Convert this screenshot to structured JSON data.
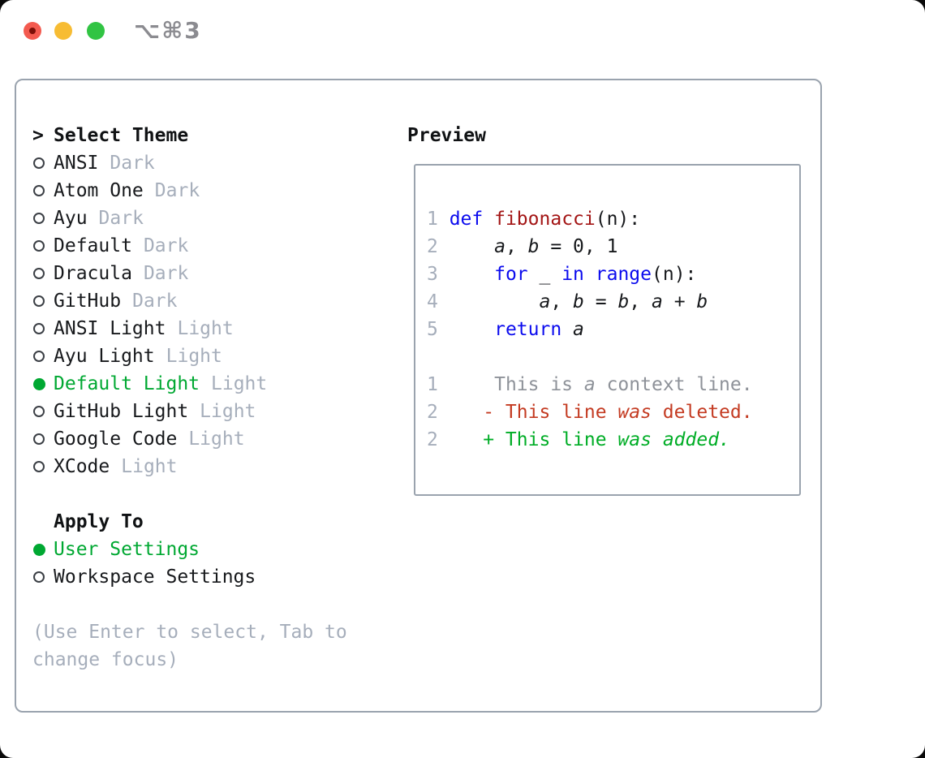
{
  "window": {
    "title": "⌥⌘3"
  },
  "colors": {
    "accent_green": "#00a832",
    "keyword_blue": "#0b0bee",
    "function_red": "#a31515",
    "deleted_red": "#c43b22",
    "added_green": "#00ad26",
    "muted_gray": "#a6aebb",
    "context_gray": "#8e9299",
    "text_dark": "#17191c",
    "border_gray": "#9aa3ae",
    "title_gray": "#8b8b90"
  },
  "theme_section": {
    "cursor": ">",
    "title": "Select Theme",
    "items": [
      {
        "name": "ANSI",
        "variant": "Dark",
        "selected": false
      },
      {
        "name": "Atom One",
        "variant": "Dark",
        "selected": false
      },
      {
        "name": "Ayu",
        "variant": "Dark",
        "selected": false
      },
      {
        "name": "Default",
        "variant": "Dark",
        "selected": false
      },
      {
        "name": "Dracula",
        "variant": "Dark",
        "selected": false
      },
      {
        "name": "GitHub",
        "variant": "Dark",
        "selected": false
      },
      {
        "name": "ANSI Light",
        "variant": "Light",
        "selected": false
      },
      {
        "name": "Ayu Light",
        "variant": "Light",
        "selected": false
      },
      {
        "name": "Default Light",
        "variant": "Light",
        "selected": true
      },
      {
        "name": "GitHub Light",
        "variant": "Light",
        "selected": false
      },
      {
        "name": "Google Code",
        "variant": "Light",
        "selected": false
      },
      {
        "name": "XCode",
        "variant": "Light",
        "selected": false
      }
    ]
  },
  "apply_section": {
    "title": "Apply To",
    "options": [
      {
        "label": "User Settings",
        "selected": true
      },
      {
        "label": "Workspace Settings",
        "selected": false
      }
    ]
  },
  "hint": {
    "lines": [
      "(Use Enter to select, Tab to",
      "change focus)"
    ]
  },
  "preview": {
    "title": "Preview",
    "lines": [
      {
        "num": "1",
        "tokens": [
          {
            "t": " "
          },
          {
            "t": "def",
            "c": "kw"
          },
          {
            "t": " "
          },
          {
            "t": "fibonacci",
            "c": "fn"
          },
          {
            "t": "(n):"
          }
        ]
      },
      {
        "num": "2",
        "tokens": [
          {
            "t": "     "
          },
          {
            "t": "a",
            "s": "i"
          },
          {
            "t": ", "
          },
          {
            "t": "b",
            "s": "i"
          },
          {
            "t": " = 0, 1"
          }
        ]
      },
      {
        "num": "3",
        "tokens": [
          {
            "t": "     "
          },
          {
            "t": "for",
            "c": "kw"
          },
          {
            "t": " _ "
          },
          {
            "t": "in",
            "c": "kw"
          },
          {
            "t": " "
          },
          {
            "t": "range",
            "c": "kw"
          },
          {
            "t": "(n):"
          }
        ]
      },
      {
        "num": "4",
        "tokens": [
          {
            "t": "         "
          },
          {
            "t": "a",
            "s": "i"
          },
          {
            "t": ", "
          },
          {
            "t": "b",
            "s": "i"
          },
          {
            "t": " = "
          },
          {
            "t": "b",
            "s": "i"
          },
          {
            "t": ", "
          },
          {
            "t": "a",
            "s": "i"
          },
          {
            "t": " + "
          },
          {
            "t": "b",
            "s": "i"
          }
        ]
      },
      {
        "num": "5",
        "tokens": [
          {
            "t": "     "
          },
          {
            "t": "return",
            "c": "kw"
          },
          {
            "t": " "
          },
          {
            "t": "a",
            "s": "i"
          }
        ]
      },
      {
        "num": "",
        "tokens": []
      },
      {
        "num": "1",
        "tokens": [
          {
            "t": "     ",
            "c": "ctx"
          },
          {
            "t": "This is ",
            "c": "ctx"
          },
          {
            "t": "a",
            "c": "ctx",
            "s": "i"
          },
          {
            "t": " context line.",
            "c": "ctx"
          }
        ]
      },
      {
        "num": "2",
        "tokens": [
          {
            "t": "    - This line ",
            "c": "del"
          },
          {
            "t": "was",
            "c": "del",
            "s": "i"
          },
          {
            "t": " deleted.",
            "c": "del"
          }
        ]
      },
      {
        "num": "2",
        "tokens": [
          {
            "t": "    + This line ",
            "c": "add"
          },
          {
            "t": "was",
            "c": "add",
            "s": "i"
          },
          {
            "t": " ",
            "c": "add"
          },
          {
            "t": "added.",
            "c": "add",
            "s": "i"
          }
        ]
      }
    ]
  }
}
